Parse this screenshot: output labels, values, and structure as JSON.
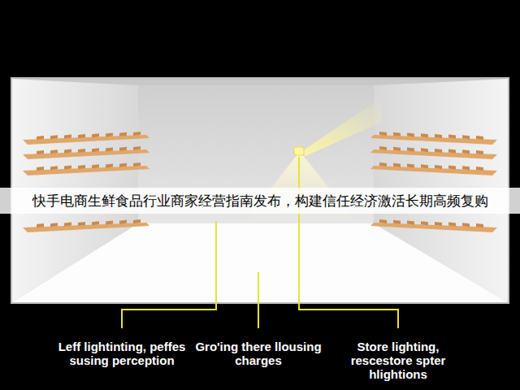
{
  "diagram": {
    "labels": [
      "快手电商生鲜食品行业商家经营指南发布，构建信任经济激活长期高频复购",
      "Leff lightinting, peffes susing perception",
      "Gro'ing there llousing charges",
      "Store lighting, rescestore spter hlightions"
    ]
  }
}
